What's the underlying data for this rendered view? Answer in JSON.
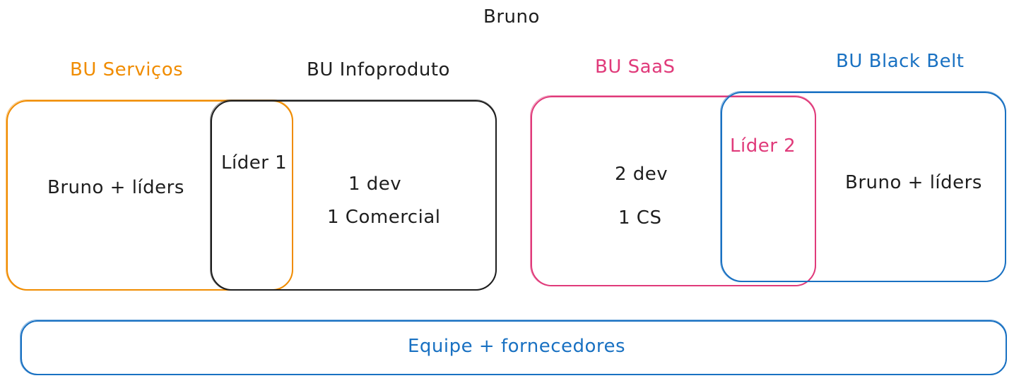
{
  "title": "Bruno",
  "business_units": {
    "servicos": {
      "heading": "BU Serviços",
      "body": "Bruno + líders",
      "color": "#f08c00"
    },
    "infoproduto": {
      "heading": "BU Infoproduto",
      "line1": "1 dev",
      "line2": "1 Comercial",
      "color": "#1e1e1e"
    },
    "saas": {
      "heading": "BU SaaS",
      "line1": "2 dev",
      "line2": "1 CS",
      "color": "#e03a7a"
    },
    "black_belt": {
      "heading": "BU Black Belt",
      "body": "Bruno + líders",
      "color": "#1971c2"
    }
  },
  "shared_roles": {
    "lider1": "Líder 1",
    "lider2": "Líder 2"
  },
  "footer": {
    "label": "Equipe + fornecedores",
    "color": "#1971c2"
  }
}
